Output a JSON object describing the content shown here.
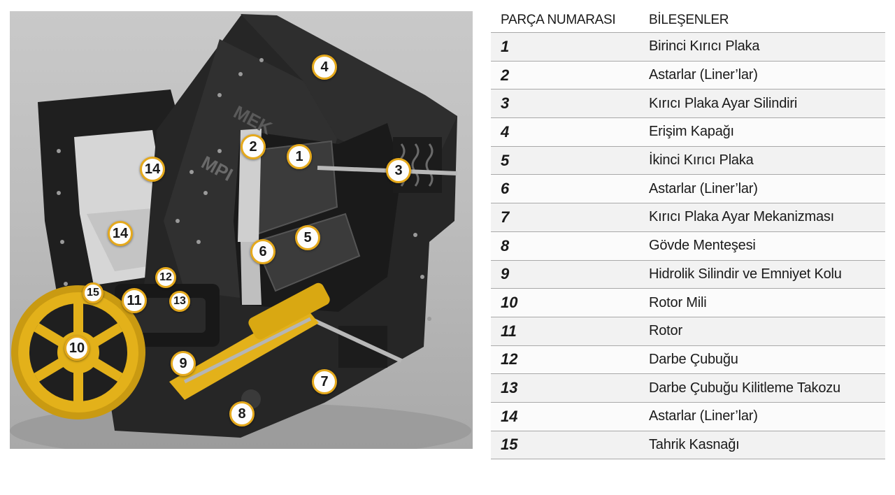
{
  "brand_plate": "MPI",
  "brand_top": "MEK",
  "colors": {
    "machine_body": "#232323",
    "accent_yellow": "#e3b11a",
    "liner_grey": "#cfcfcf",
    "callout_border": "#e5a91c",
    "table_rule": "#a9a9a9"
  },
  "table": {
    "header_part_number": "PARÇA NUMARASI",
    "header_components": "BİLEŞENLER",
    "rows": [
      {
        "num": "1",
        "name": "Birinci Kırıcı Plaka"
      },
      {
        "num": "2",
        "name": "Astarlar (Liner’lar)"
      },
      {
        "num": "3",
        "name": "Kırıcı Plaka Ayar Silindiri"
      },
      {
        "num": "4",
        "name": "Erişim Kapağı"
      },
      {
        "num": "5",
        "name": "İkinci Kırıcı Plaka"
      },
      {
        "num": "6",
        "name": "Astarlar (Liner’lar)"
      },
      {
        "num": "7",
        "name": "Kırıcı Plaka Ayar Mekanizması"
      },
      {
        "num": "8",
        "name": "Gövde Menteşesi"
      },
      {
        "num": "9",
        "name": "Hidrolik Silindir ve Emniyet Kolu"
      },
      {
        "num": "10",
        "name": "Rotor Mili"
      },
      {
        "num": "11",
        "name": "Rotor"
      },
      {
        "num": "12",
        "name": "Darbe Çubuğu"
      },
      {
        "num": "13",
        "name": "Darbe Çubuğu Kilitleme Takozu"
      },
      {
        "num": "14",
        "name": "Astarlar (Liner’lar)"
      },
      {
        "num": "15",
        "name": "Tahrik Kasnağı"
      }
    ]
  },
  "callouts": {
    "c1": "1",
    "c2": "2",
    "c3": "3",
    "c4": "4",
    "c5": "5",
    "c6": "6",
    "c7": "7",
    "c8": "8",
    "c9": "9",
    "c10": "10",
    "c11": "11",
    "c12": "12",
    "c13": "13",
    "c14a": "14",
    "c14b": "14",
    "c15": "15"
  }
}
